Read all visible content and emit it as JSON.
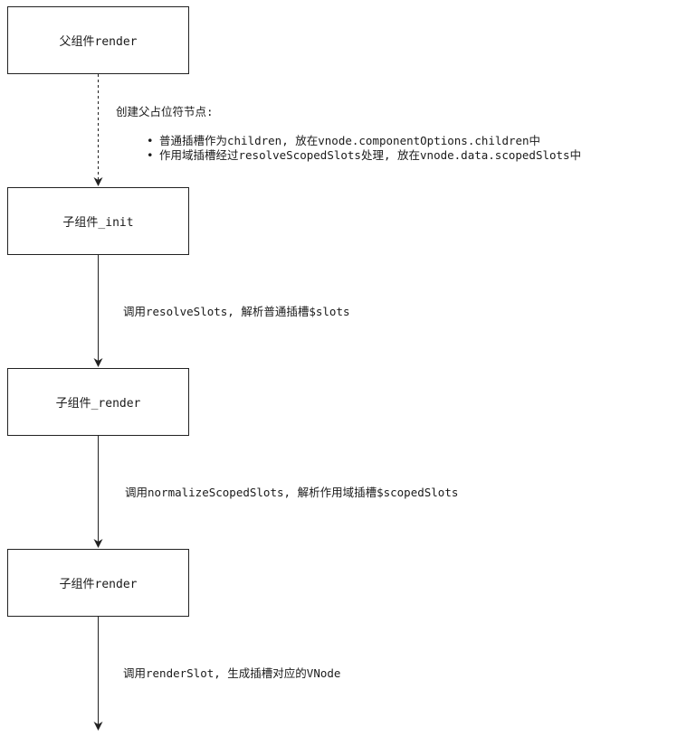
{
  "nodes": [
    {
      "label": "父组件render"
    },
    {
      "label": "子组件_init"
    },
    {
      "label": "子组件_render"
    },
    {
      "label": "子组件render"
    }
  ],
  "edges": [
    {
      "style": "dashed",
      "title": "创建父占位符节点:",
      "bullets": [
        "普通插槽作为children, 放在vnode.componentOptions.children中",
        "作用域插槽经过resolveScopedSlots处理, 放在vnode.data.scopedSlots中"
      ]
    },
    {
      "style": "solid",
      "label": "调用resolveSlots, 解析普通插槽$slots"
    },
    {
      "style": "solid",
      "label": "调用normalizeScopedSlots, 解析作用域插槽$scopedSlots"
    },
    {
      "style": "solid",
      "label": "调用renderSlot, 生成插槽对应的VNode"
    }
  ],
  "colors": {
    "stroke": "#222222",
    "text": "#1a1a1a",
    "background": "#ffffff"
  }
}
